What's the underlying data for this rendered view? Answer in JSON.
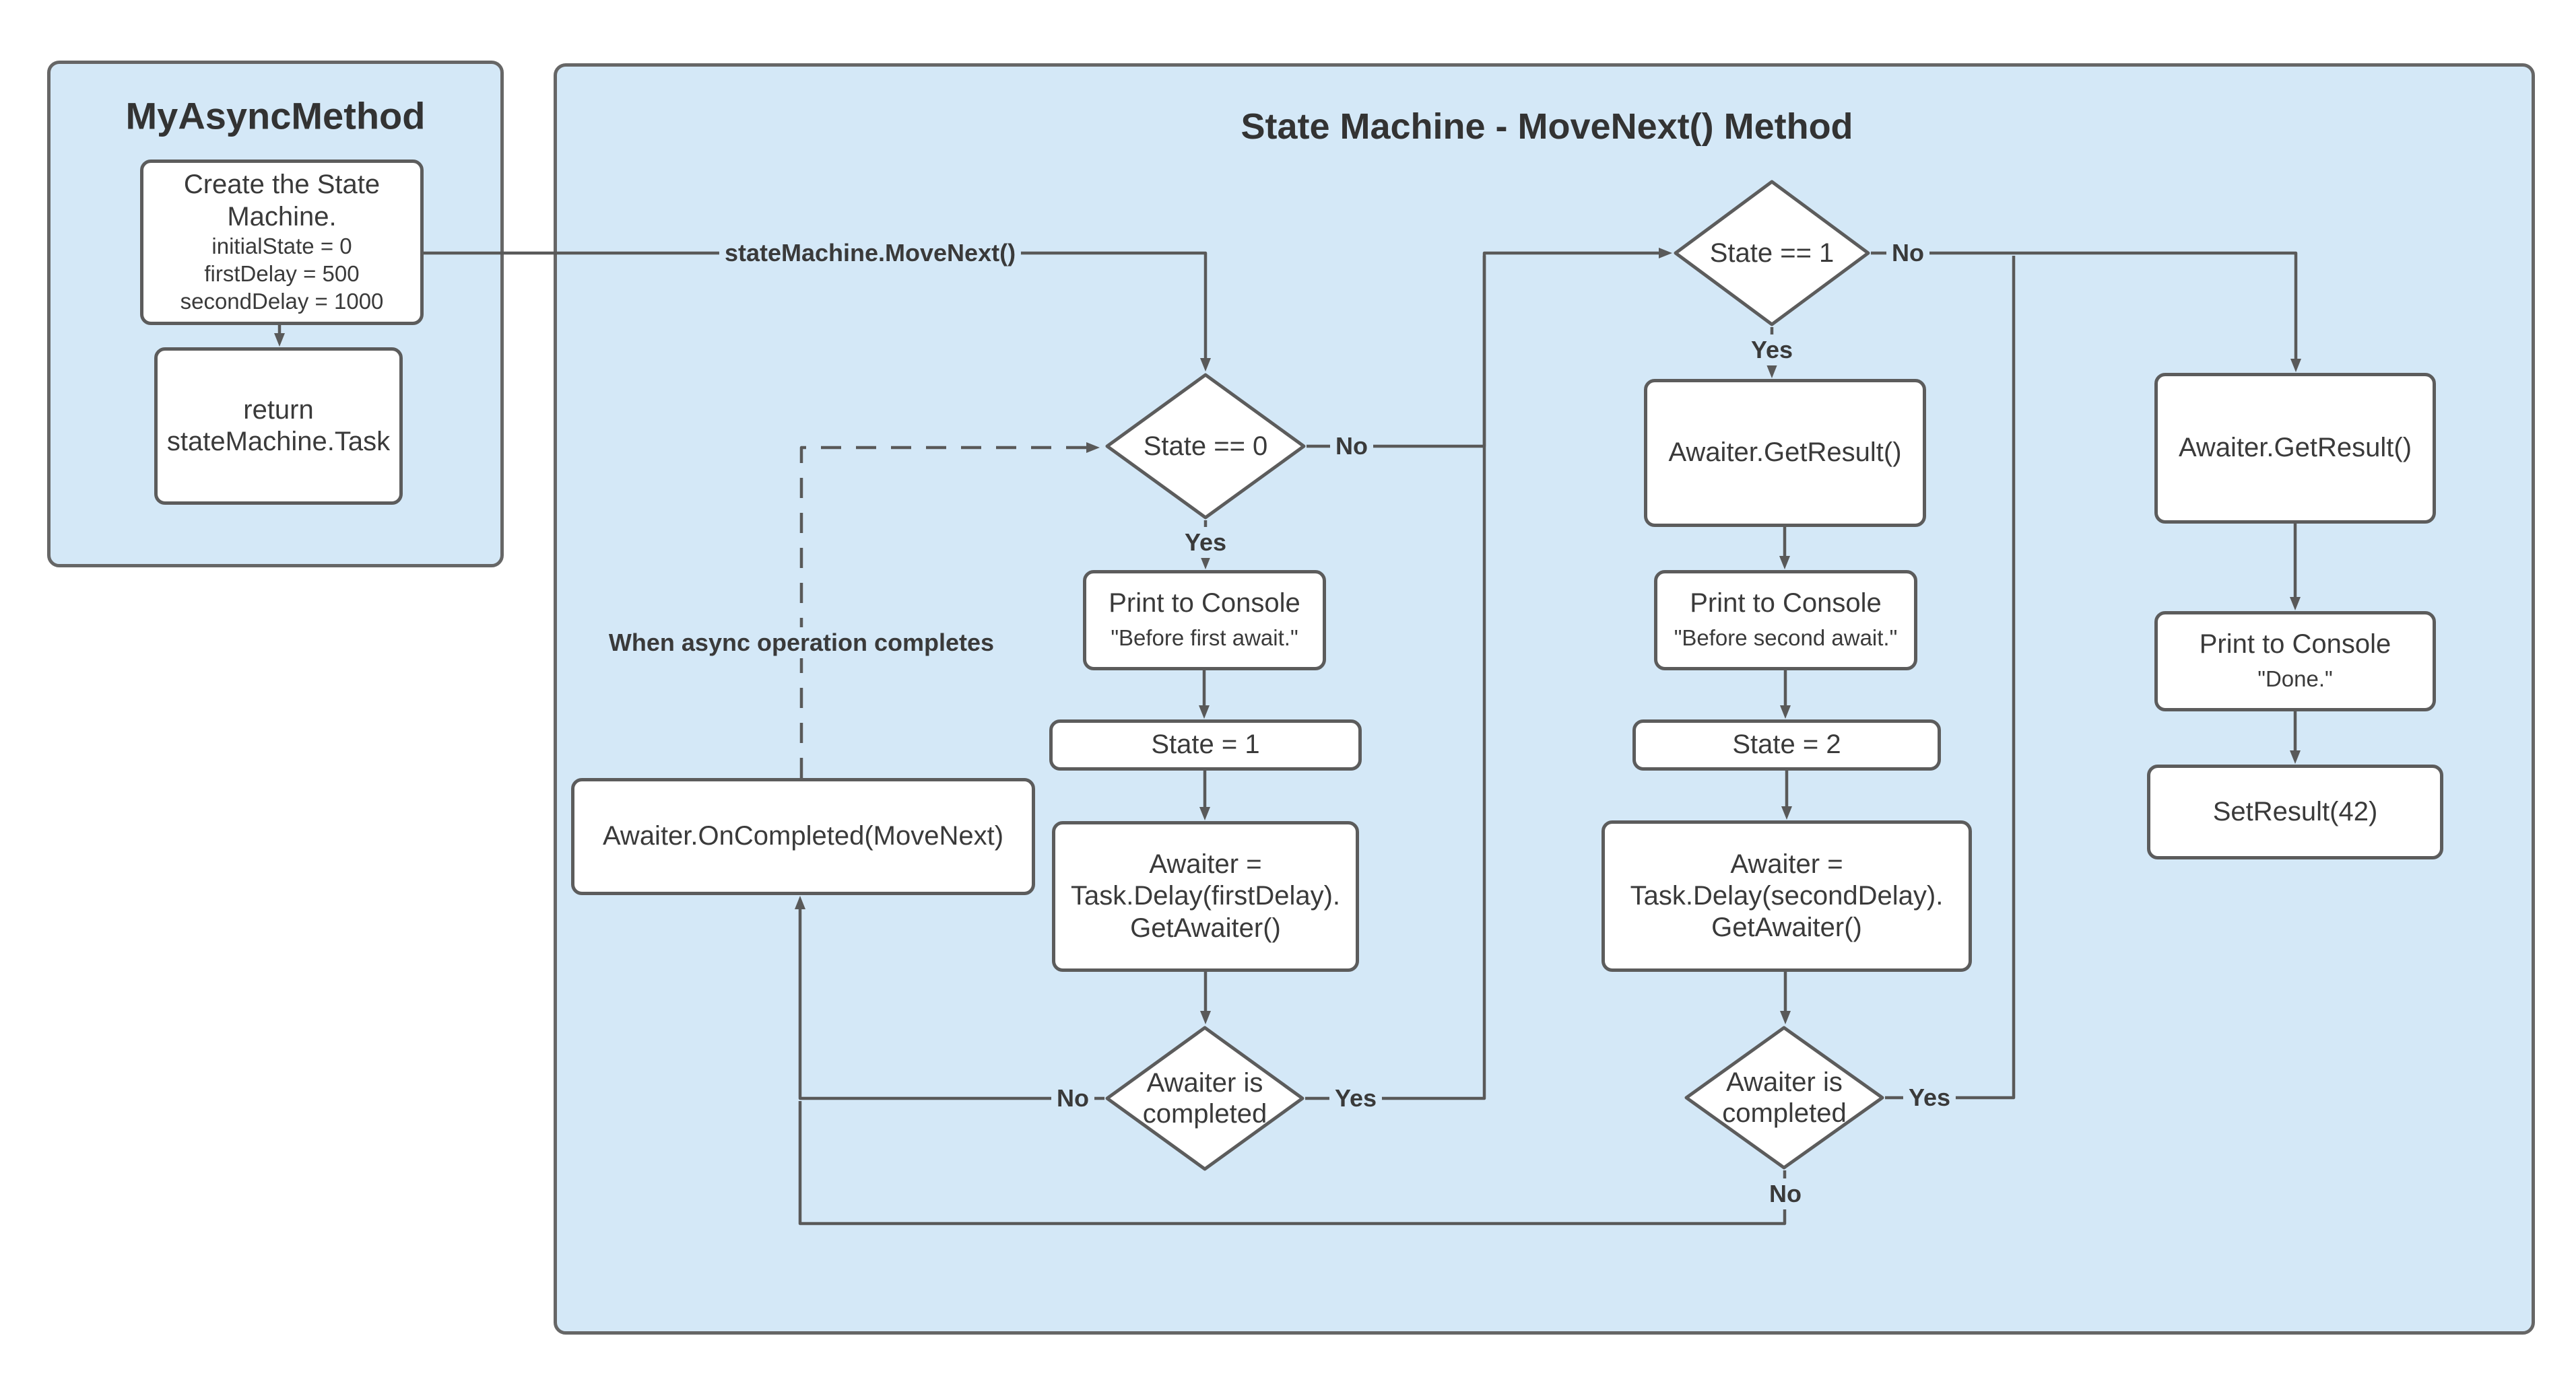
{
  "colors": {
    "container_fill": "#d4e8f7",
    "container_border": "#666666",
    "node_fill": "#ffffff",
    "node_border": "#5c5c5c",
    "edge": "#595959",
    "text": "#3a3a3a"
  },
  "left_panel": {
    "title": "MyAsyncMethod",
    "create_box": {
      "title": "Create the State Machine.",
      "details": [
        "initialState = 0",
        "firstDelay = 500",
        "secondDelay = 1000"
      ]
    },
    "return_box": "return stateMachine.Task"
  },
  "state_machine": {
    "title": "State Machine - MoveNext() Method",
    "nodes": {
      "state0": "State == 0",
      "state1": "State == 1",
      "print1_title": "Print to Console",
      "print1_sub": "\"Before first await.\"",
      "set_state1": "State = 1",
      "awaiter1": "Awaiter = Task.Delay(firstDelay). GetAwaiter()",
      "completed": "Awaiter is completed",
      "oncompleted": "Awaiter.OnCompleted(MoveNext)",
      "getresult": "Awaiter.GetResult()",
      "print2_title": "Print to Console",
      "print2_sub": "\"Before second await.\"",
      "set_state2": "State = 2",
      "awaiter2": "Awaiter = Task.Delay(secondDelay). GetAwaiter()",
      "print3_title": "Print to Console",
      "print3_sub": "\"Done.\"",
      "setresult": "SetResult(42)"
    },
    "labels": {
      "yes": "Yes",
      "no": "No",
      "movenext": "stateMachine.MoveNext()",
      "when_async": "When async operation completes"
    }
  }
}
